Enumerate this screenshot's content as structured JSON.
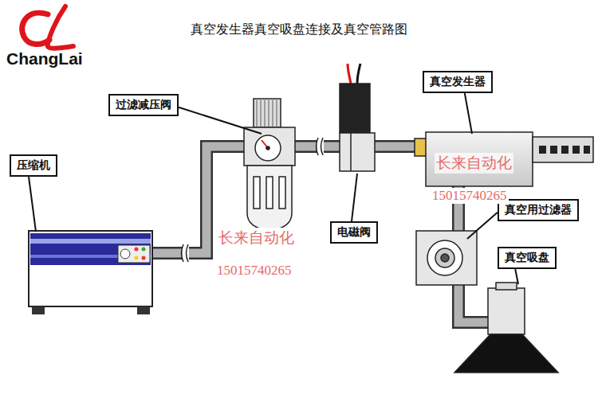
{
  "diagram": {
    "title": "真空发生器真空吸盘连接及真空管路图",
    "nodes": [
      {
        "text": [
          "压缩机"
        ]
      },
      {
        "text": [
          "过滤减压阀"
        ]
      },
      {
        "text": [
          "电磁阀"
        ]
      },
      {
        "text": [
          "真空发生器"
        ]
      },
      {
        "text": [
          "真空用过滤器"
        ]
      },
      {
        "text": [
          "真空吸盘"
        ]
      }
    ],
    "labels": [
      "ChangLai",
      "长来自动化",
      "15015740265",
      "长来自动化",
      "15015740265"
    ]
  }
}
